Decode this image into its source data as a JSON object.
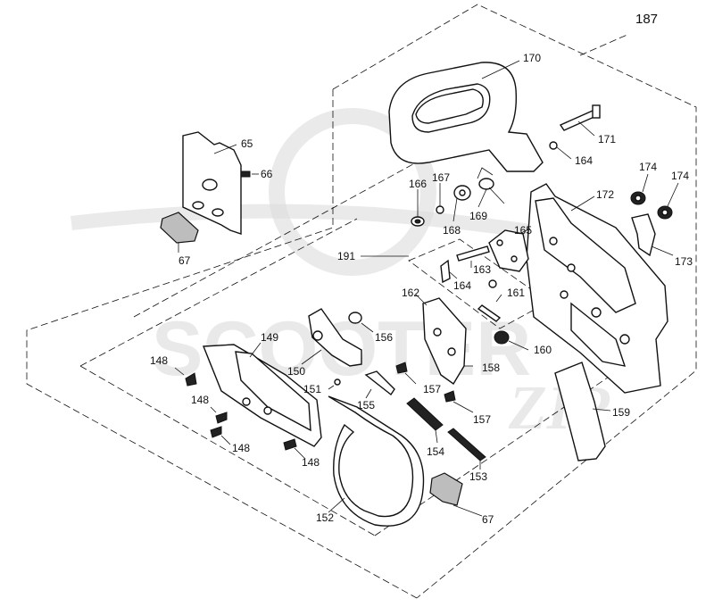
{
  "labels": {
    "assembly": "187",
    "p65": "65",
    "p66": "66",
    "p67a": "67",
    "p67b": "67",
    "p148a": "148",
    "p148b": "148",
    "p148c": "148",
    "p148d": "148",
    "p149": "149",
    "p150": "150",
    "p151": "151",
    "p152": "152",
    "p153": "153",
    "p154": "154",
    "p155": "155",
    "p156": "156",
    "p157a": "157",
    "p157b": "157",
    "p158": "158",
    "p159": "159",
    "p160": "160",
    "p161": "161",
    "p162": "162",
    "p163": "163",
    "p164a": "164",
    "p164b": "164",
    "p165": "165",
    "p166": "166",
    "p167": "167",
    "p168": "168",
    "p169": "169",
    "p170": "170",
    "p171": "171",
    "p172": "172",
    "p173": "173",
    "p174a": "174",
    "p174b": "174",
    "p191": "191"
  },
  "watermark": {
    "line1": "SCOOTER",
    "line2": "ZIP"
  }
}
